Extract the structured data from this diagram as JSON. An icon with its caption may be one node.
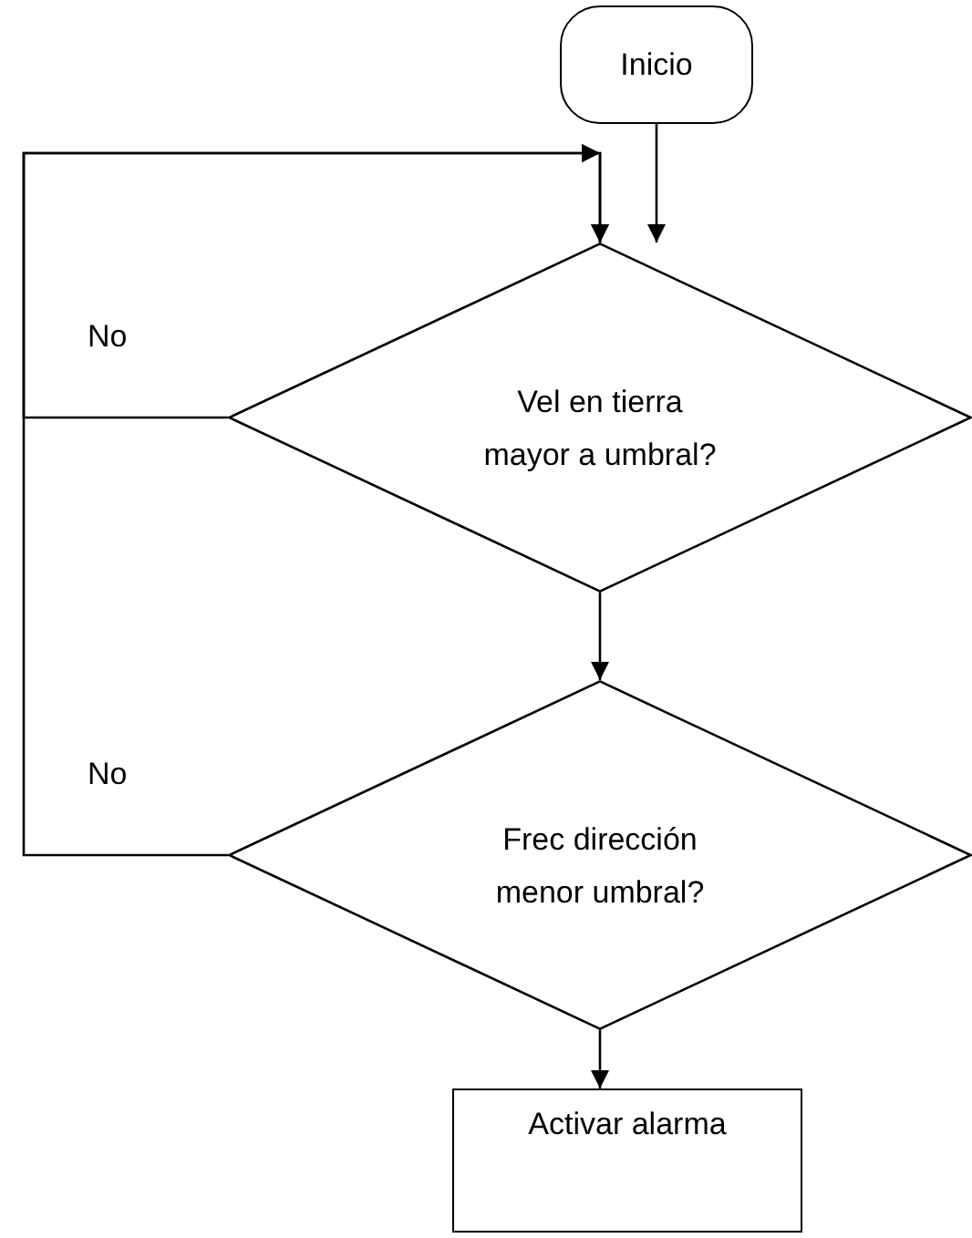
{
  "diagram": {
    "nodes": [
      {
        "text": [
          "Inicio"
        ]
      },
      {
        "text": [
          "Vel en tierra mayor a umbral?"
        ]
      },
      {
        "text": [
          "Frec dirección menor umbral?"
        ]
      },
      {
        "text": [
          "Activar alarma"
        ]
      }
    ],
    "edges": [
      {
        "from": 0,
        "to": 1,
        "arrow": "to"
      },
      {
        "from": 1,
        "to": 2,
        "arrow": "to"
      },
      {
        "from": 2,
        "to": 3,
        "arrow": "to"
      },
      {
        "from": 1,
        "to": 1,
        "arrow": "to",
        "label": "No"
      },
      {
        "from": 2,
        "to": 1,
        "arrow": "to",
        "label": "No"
      }
    ]
  }
}
